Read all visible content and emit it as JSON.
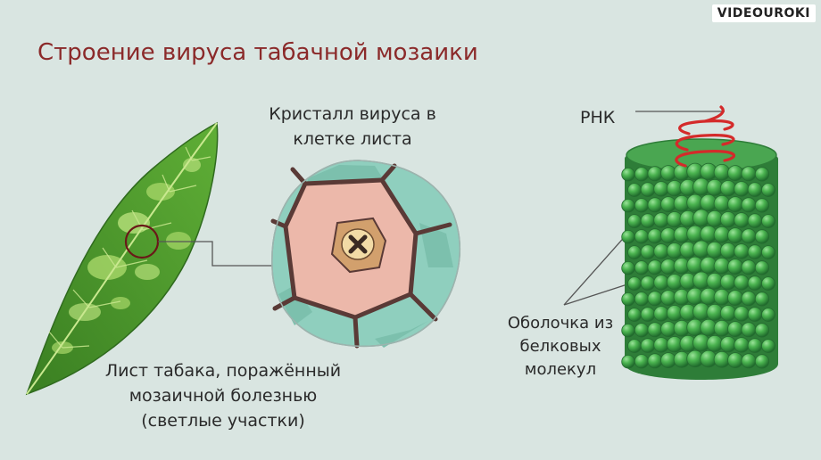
{
  "brand": {
    "logo_text": "VIDEOUROKI"
  },
  "title": "Строение вируса табачной мозаики",
  "labels": {
    "crystal": [
      "Кристалл вируса в",
      "клетке листа"
    ],
    "leaf": [
      "Лист табака, поражённый",
      "мозаичной болезнью",
      "(светлые участки)"
    ],
    "rna": "РНК",
    "coat": [
      "Оболочка из",
      "белковых",
      "молекул"
    ]
  },
  "colors": {
    "title": "#8b2a2a",
    "background": "#d9e5e1",
    "leaf": "#4f9a32",
    "cell_wall": "#5a3a36",
    "cell_body": "#ecb8aa",
    "outer_tissue": "#8fcfbe",
    "capsid": "#3fa24a",
    "rna": "#d42a2a"
  }
}
